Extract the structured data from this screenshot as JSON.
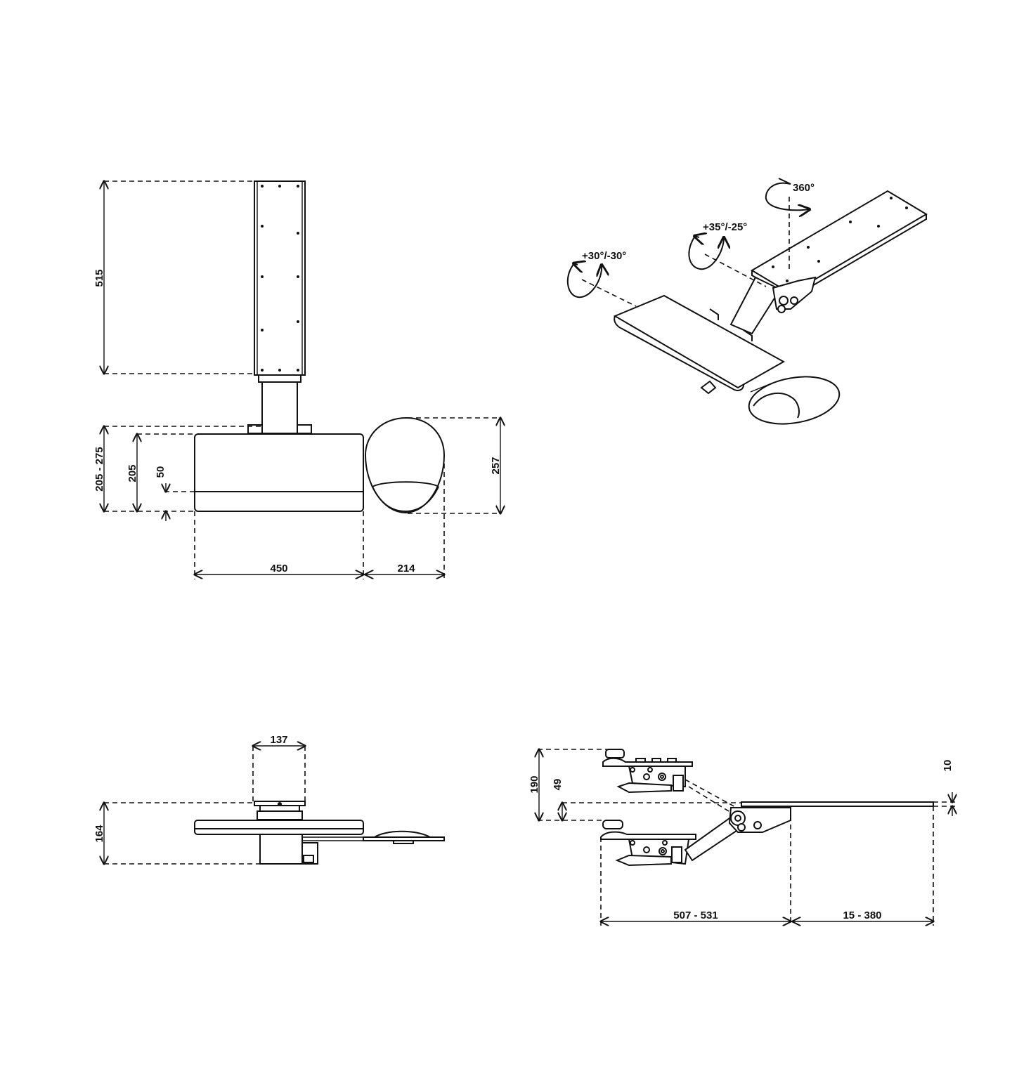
{
  "front_view": {
    "column_height": "515",
    "tray_height_range": "205 - 275",
    "tray_height": "205",
    "wrist_rest_height": "50",
    "mouse_pad_depth": "257",
    "tray_width": "450",
    "mouse_pad_width": "214"
  },
  "isometric_view": {
    "rotation_top": "360°",
    "rotation_mid": "+35°/-25°",
    "rotation_left": "+30°/-30°"
  },
  "top_view": {
    "column_width": "137",
    "depth": "164"
  },
  "side_view": {
    "total_height": "190",
    "mech_height": "49",
    "plate_thickness": "10",
    "reach_range": "507 - 531",
    "extension_range": "15 - 380"
  }
}
